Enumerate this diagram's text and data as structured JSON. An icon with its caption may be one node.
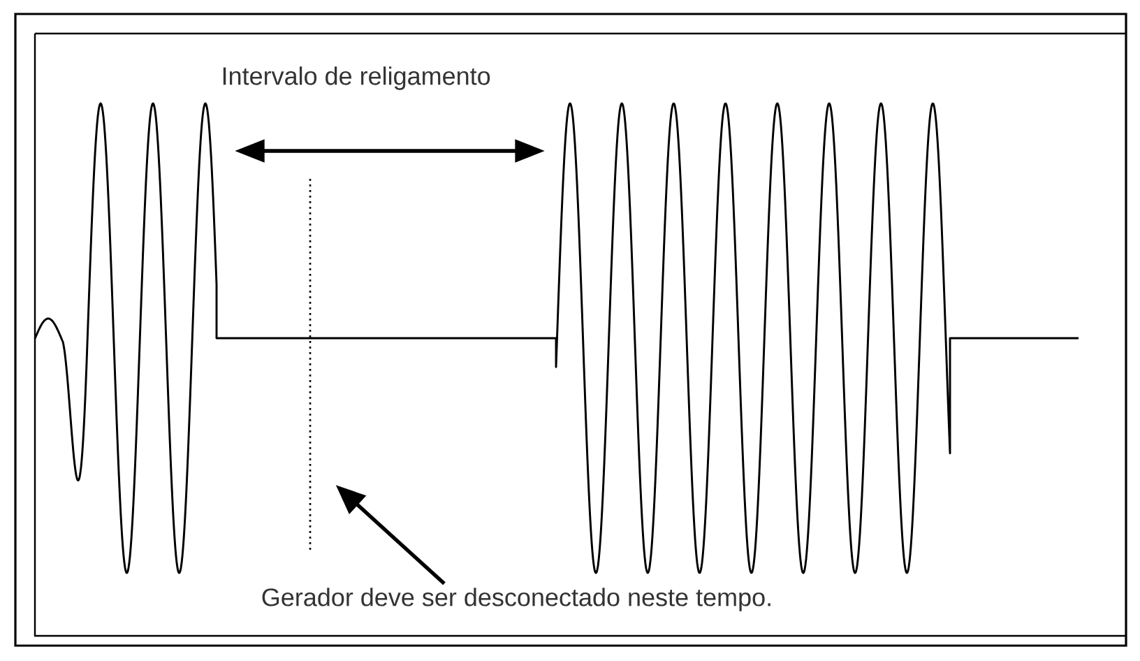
{
  "diagram": {
    "nodes": [
      {
        "text": [
          "Gerador deve ser desconectado neste tempo."
        ]
      },
      {
        "text": [],
        "shape": "line"
      }
    ],
    "edges": [
      {
        "from": 0,
        "to": 1,
        "arrow": "to"
      }
    ],
    "labels": [
      "Intervalo de religamento"
    ]
  }
}
